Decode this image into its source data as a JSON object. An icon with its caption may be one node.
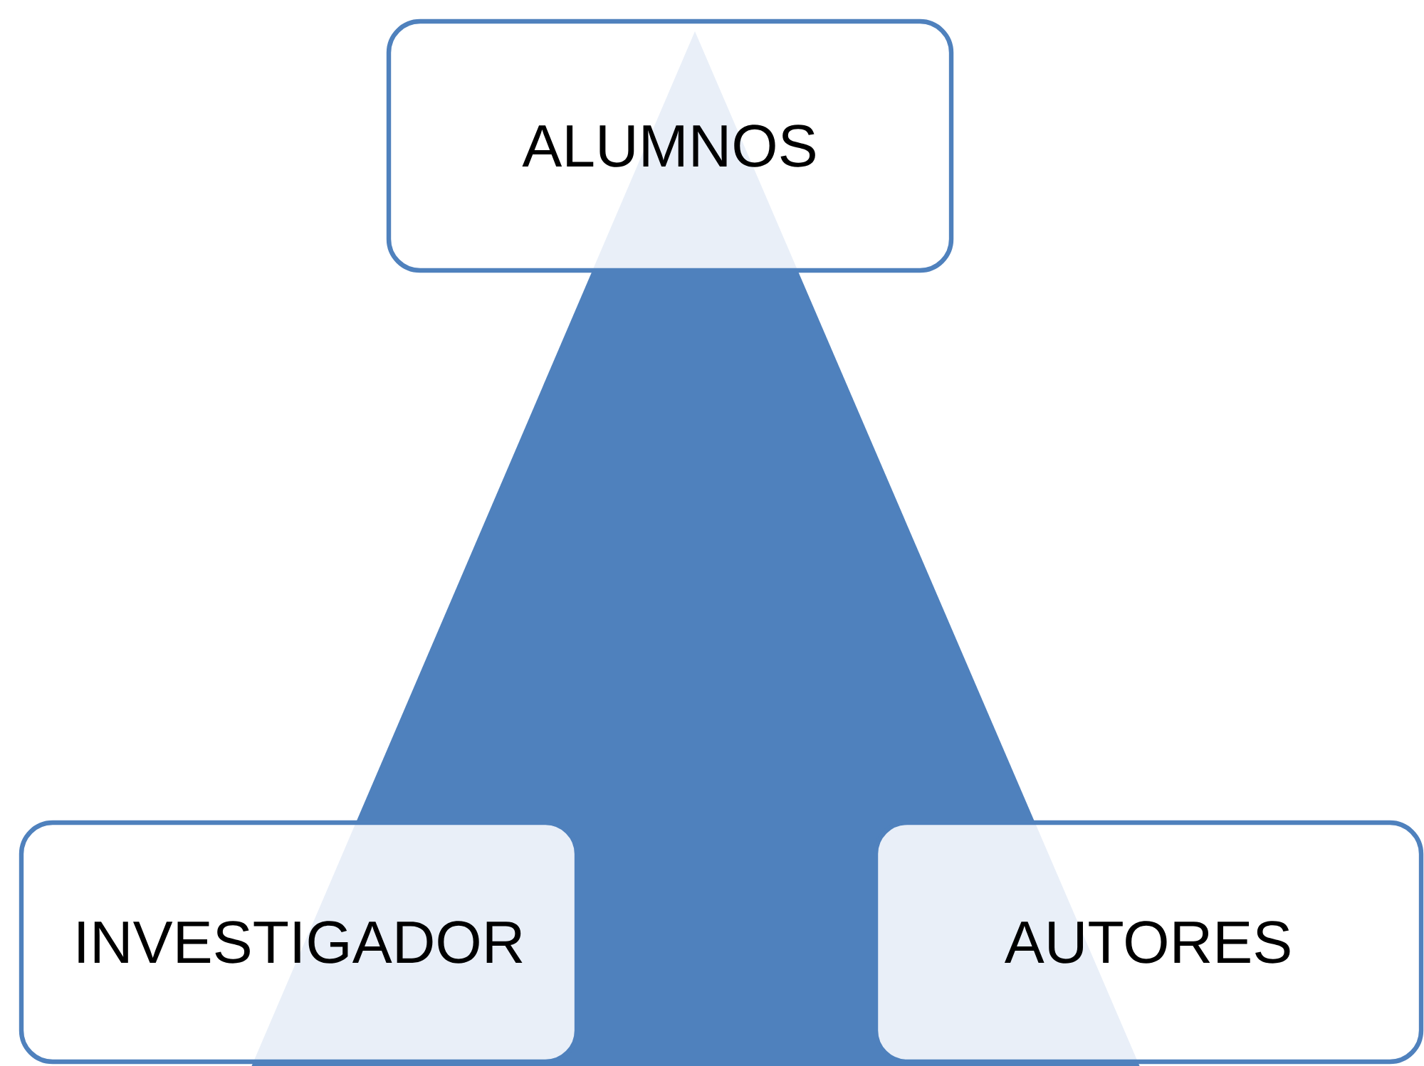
{
  "diagram": {
    "nodes": [
      {
        "text": [
          "ALUMNOS"
        ]
      },
      {
        "text": [
          "INVESTIGADOR"
        ]
      },
      {
        "text": [
          "AUTORES"
        ]
      }
    ],
    "edges": []
  }
}
